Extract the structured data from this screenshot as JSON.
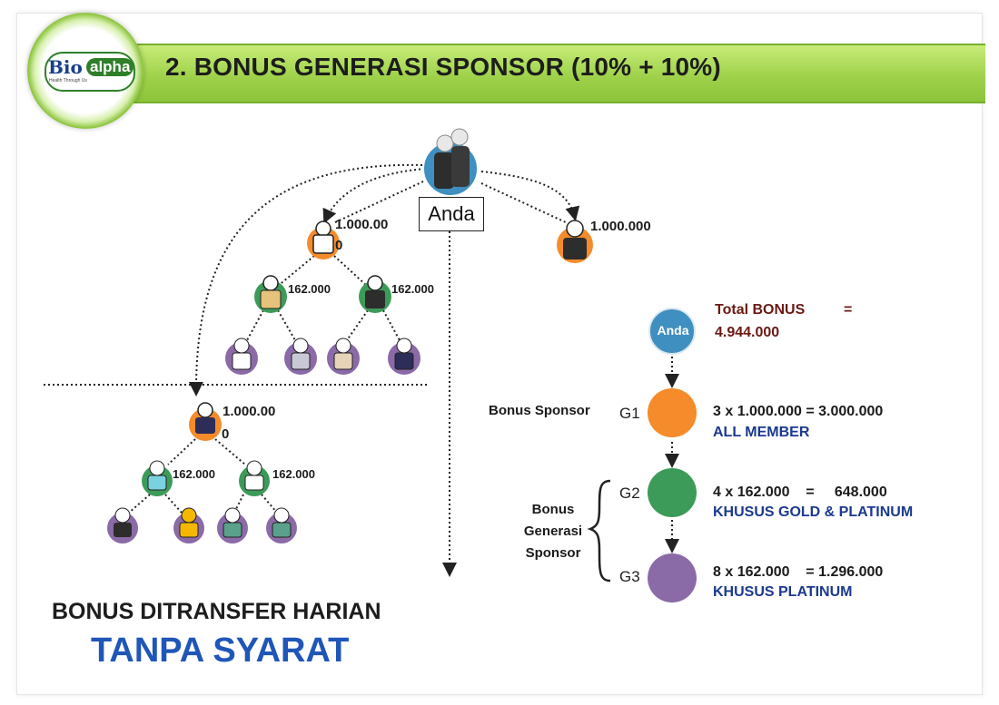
{
  "header": {
    "title": "2. BONUS GENERASI SPONSOR (10% + 10%)",
    "logo_bio": "Bio",
    "logo_alpha": "alpha",
    "logo_tagline": "Health Through Us"
  },
  "tree": {
    "root_label": "Anda",
    "first_left_amount": "1.000.00",
    "first_left_amount_suffix": "0",
    "first_right_amount": "1.000.000",
    "left_g2_amount_a": "162.000",
    "left_g2_amount_b": "162.000",
    "lower_root_amount": "1.000.00",
    "lower_root_amount_suffix": "0",
    "lower_g2_amount_a": "162.000",
    "lower_g2_amount_b": "162.000"
  },
  "summary": {
    "total_label": "Total  BONUS",
    "total_eq": "=",
    "total_value": "4.944.000",
    "anda_label": "Anda",
    "bonus_sponsor_label": "Bonus Sponsor",
    "bonus_generasi_lines": [
      "Bonus",
      "Generasi",
      "Sponsor"
    ],
    "rows": [
      {
        "gen": "G1",
        "formula": "3 x 1.000.000 = 3.000.000",
        "note": "ALL MEMBER",
        "color": "#f58b2a"
      },
      {
        "gen": "G2",
        "formula": "4 x 162.000    =     648.000",
        "note": "KHUSUS GOLD & PLATINUM",
        "color": "#3d9b5a"
      },
      {
        "gen": "G3",
        "formula": "8 x 162.000    = 1.296.000",
        "note": "KHUSUS PLATINUM",
        "color": "#8b6aa8"
      }
    ]
  },
  "footer": {
    "line1": "BONUS DITRANSFER HARIAN",
    "line2": "TANPA SYARAT"
  },
  "colors": {
    "orange": "#f58b2a",
    "green": "#3d9b5a",
    "purple": "#8b6aa8",
    "blue_accent": "#1f56b8",
    "banner_green": "#9fd24a"
  }
}
